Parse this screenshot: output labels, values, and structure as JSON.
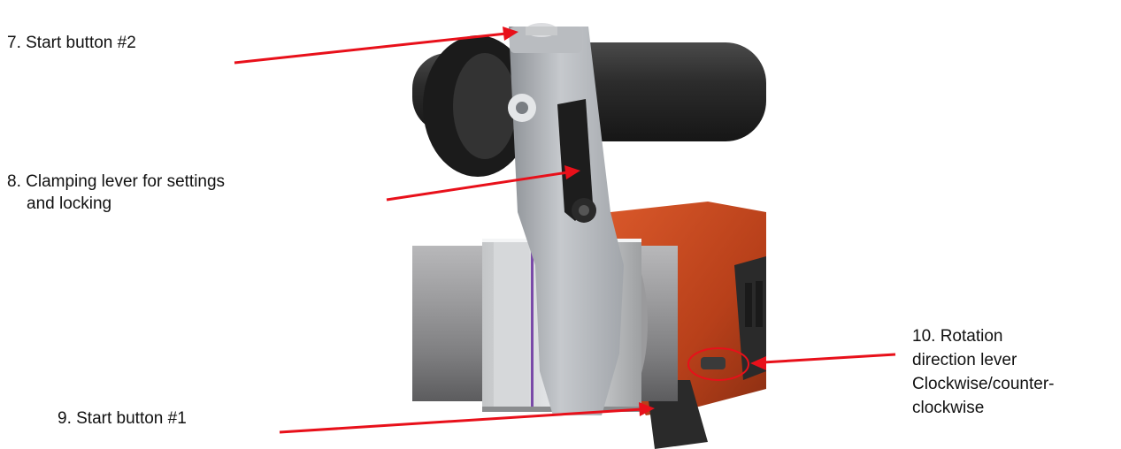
{
  "labels": {
    "start_button_2": {
      "lines": [
        "7. Start button #2"
      ]
    },
    "clamping_lever": {
      "lines": [
        "8. Clamping lever for settings",
        "and locking"
      ]
    },
    "start_button_1": {
      "lines": [
        "9. Start button #1"
      ]
    },
    "rotation_lever": {
      "lines": [
        "10. Rotation",
        "direction lever",
        "Clockwise/counter-",
        "clockwise"
      ]
    }
  },
  "colors": {
    "arrow": "#e8101a",
    "tool_body": "#c9461b",
    "handle": "#2a2a2a",
    "clamp_metal": "#a9adb2",
    "pipe_grey": "#8c8c8e"
  }
}
